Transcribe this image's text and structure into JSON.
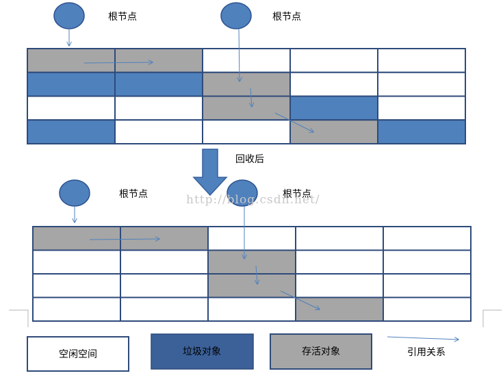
{
  "colors": {
    "free": "#ffffff",
    "garbage": "#4f81bd",
    "alive": "#a6a6a6",
    "grid_border": "#2e4a7a",
    "node_fill": "#4f81bd",
    "node_stroke": "#2e528f",
    "arrow": "#4f81bd",
    "big_arrow": "#4f81bd",
    "legend_garbage": "#3c6199"
  },
  "labels": {
    "root_node": "根节点",
    "after_collection": "回收后",
    "watermark": "http://blog.csdn.net/"
  },
  "before_grid": [
    [
      "alive",
      "alive",
      "free",
      "free",
      "free"
    ],
    [
      "garbage",
      "garbage",
      "alive",
      "free",
      "free"
    ],
    [
      "free",
      "free",
      "alive",
      "garbage",
      "free"
    ],
    [
      "garbage",
      "free",
      "free",
      "alive",
      "garbage"
    ]
  ],
  "after_grid": [
    [
      "alive",
      "alive",
      "free",
      "free",
      "free"
    ],
    [
      "free",
      "free",
      "alive",
      "free",
      "free"
    ],
    [
      "free",
      "free",
      "alive",
      "free",
      "free"
    ],
    [
      "free",
      "free",
      "free",
      "alive",
      "free"
    ]
  ],
  "legend": {
    "free": "空闲空间",
    "garbage": "垃圾对象",
    "alive": "存活对象",
    "reference": "引用关系"
  }
}
